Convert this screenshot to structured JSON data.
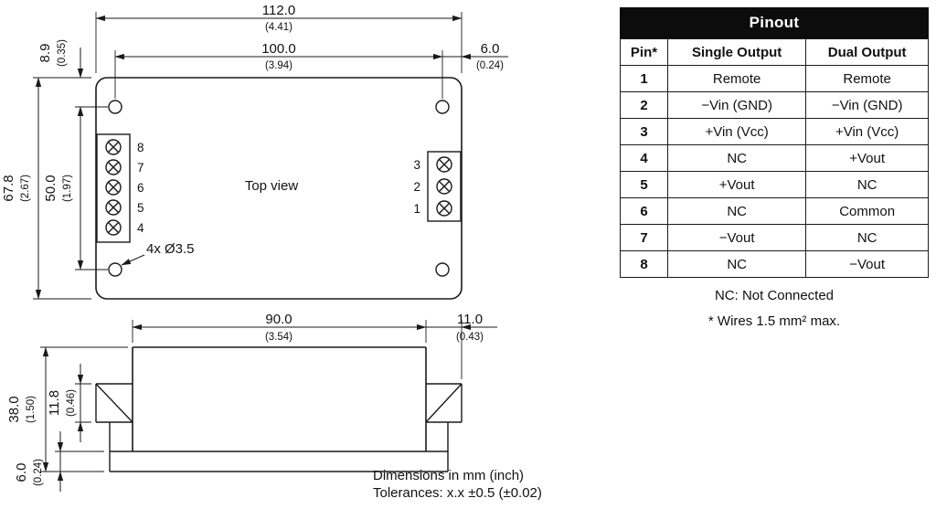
{
  "pinout": {
    "title": "Pinout",
    "headers": {
      "pin": "Pin*",
      "single": "Single Output",
      "dual": "Dual Output"
    },
    "rows": [
      {
        "pin": "1",
        "single": "Remote",
        "dual": "Remote"
      },
      {
        "pin": "2",
        "single": "−Vin (GND)",
        "dual": "−Vin (GND)"
      },
      {
        "pin": "3",
        "single": "+Vin (Vcc)",
        "dual": "+Vin (Vcc)"
      },
      {
        "pin": "4",
        "single": "NC",
        "dual": "+Vout"
      },
      {
        "pin": "5",
        "single": "+Vout",
        "dual": "NC"
      },
      {
        "pin": "6",
        "single": "NC",
        "dual": "Common"
      },
      {
        "pin": "7",
        "single": "−Vout",
        "dual": "NC"
      },
      {
        "pin": "8",
        "single": "NC",
        "dual": "−Vout"
      }
    ],
    "note_nc": "NC: Not Connected",
    "note_wires": "* Wires 1.5 mm² max."
  },
  "drawing": {
    "top_view": {
      "label": "Top view",
      "hole_callout": "4x Ø3.5",
      "width_mm": "112.0",
      "width_in": "(4.41)",
      "hole_pitch_h_mm": "100.0",
      "hole_pitch_h_in": "(3.94)",
      "edge_right_mm": "6.0",
      "edge_right_in": "(0.24)",
      "edge_top_mm": "8.9",
      "edge_top_in": "(0.35)",
      "height_mm": "67.8",
      "height_in": "(2.67)",
      "hole_pitch_v_mm": "50.0",
      "hole_pitch_v_in": "(1.97)",
      "left_pins": [
        "8",
        "7",
        "6",
        "5",
        "4"
      ],
      "right_pins": [
        "3",
        "2",
        "1"
      ]
    },
    "side_view": {
      "body_width_mm": "90.0",
      "body_width_in": "(3.54)",
      "flange_mm": "11.0",
      "flange_in": "(0.43)",
      "height_mm": "38.0",
      "height_in": "(1.50)",
      "flange_height_mm": "11.8",
      "flange_height_in": "(0.46)",
      "base_mm": "6.0",
      "base_in": "(0.24)"
    },
    "note_units": "Dimensions in mm (inch)",
    "note_tolerance": "Tolerances: x.x ±0.5 (±0.02)"
  }
}
